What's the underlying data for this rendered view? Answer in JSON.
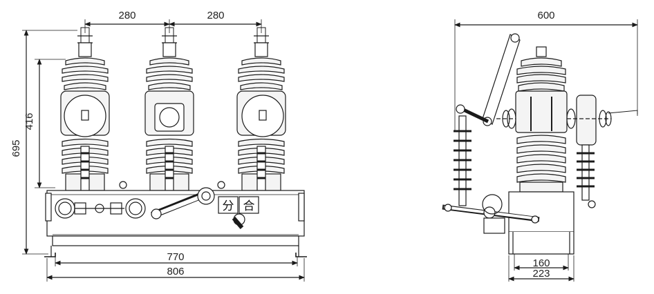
{
  "front_view": {
    "dim_spacing_left": "280",
    "dim_spacing_right": "280",
    "dim_total_height": "695",
    "dim_pole_height": "416",
    "dim_mount_width": "770",
    "dim_base_width": "806",
    "label_open": "分",
    "label_close": "合"
  },
  "side_view": {
    "dim_overall_width": "600",
    "dim_inner_width": "160",
    "dim_outer_width": "223"
  },
  "colors": {
    "line": "#1a1a1a",
    "porcelain": "#f4f4f4",
    "stripe": "#2a2a2a"
  }
}
